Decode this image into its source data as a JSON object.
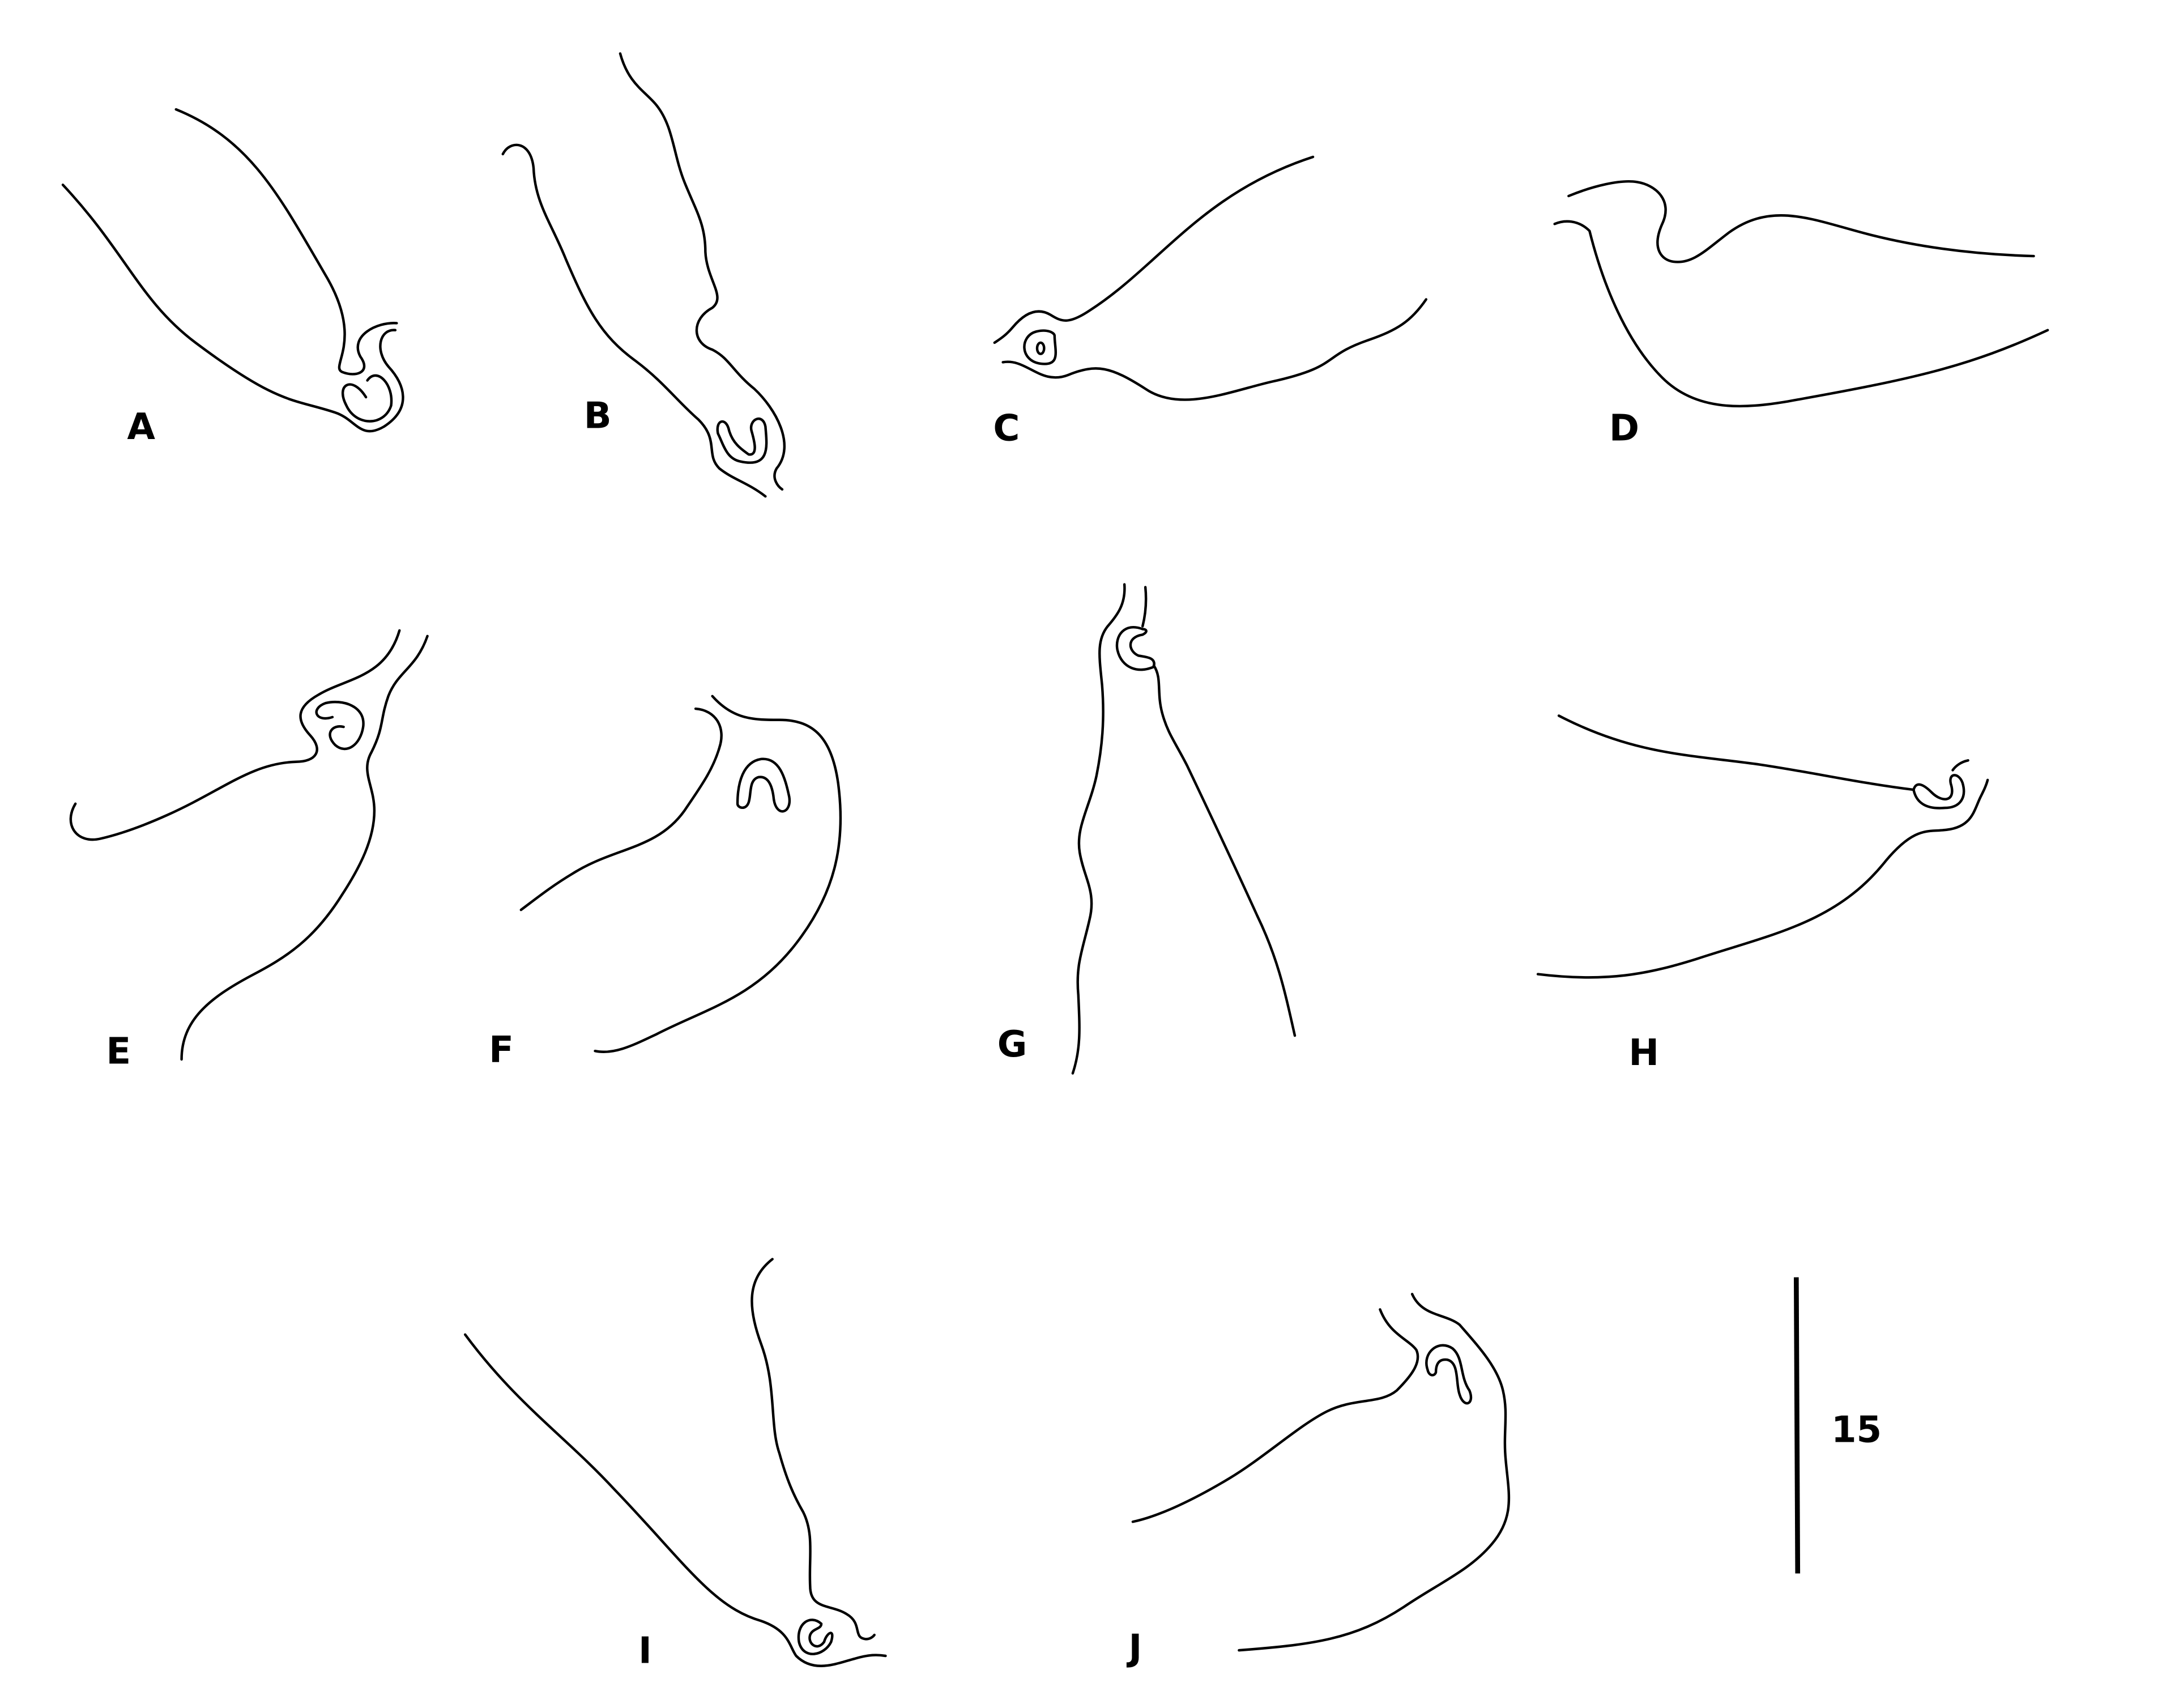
{
  "figure": {
    "panels": [
      {
        "label": "A"
      },
      {
        "label": "B"
      },
      {
        "label": "C"
      },
      {
        "label": "D"
      },
      {
        "label": "E"
      },
      {
        "label": "F"
      },
      {
        "label": "G"
      },
      {
        "label": "H"
      },
      {
        "label": "I"
      },
      {
        "label": "J"
      }
    ],
    "scale_bar": {
      "label": "15"
    },
    "colors": {
      "stroke": "#000000",
      "background": "#ffffff"
    }
  }
}
